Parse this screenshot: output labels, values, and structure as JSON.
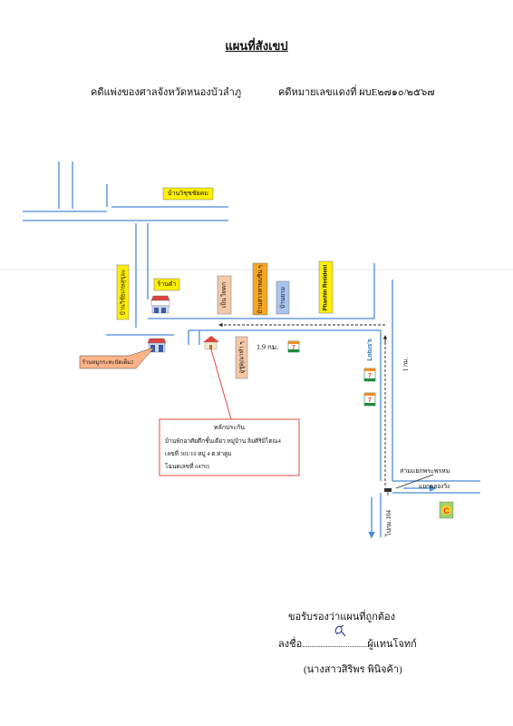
{
  "header": {
    "title": "แผนที่สังเขป",
    "court": "คดีแพ่งของศาลจังหวัดหนองบัวลำภู",
    "case_no": "คดีหมายเลขแดงที่  ผบE๒๗๑๐/๒๕๖๗"
  },
  "map": {
    "labels": {
      "ban_wichit": "บ้านวิชุชชัยคม",
      "shop_tam": "ร้านตำ",
      "ban_wichai": "บ้านวิชัยเกษสุขุมะ",
      "tenth": "เป็น ไทคก",
      "ban_sao": "บ้านสาวหาพบชิน ๆ",
      "ban_yuen": "บ้านยาม",
      "phanhin": "Phanhin Resident",
      "temple": "อูชู่คุณาทำ ๆ",
      "dist_1_9": "1.9 กม.",
      "lotus": "Lotus's",
      "dist_1": "1 กม.",
      "shop_callout": "ร้านหมูกระทะบัดเต็ม2",
      "intersection": "สามแยกพระพรหม",
      "to_bkk": "แยกคลองวิ่ง",
      "highway": "ไปกม.104"
    },
    "property_box": {
      "heading": "หลักประกัน",
      "line1": "บ้านพักอาศัยตึกชั้นเดียว  หมู่บ้าน ลิมศิริมิไตณ4",
      "line2": "เลขที่ 301/10   หมู่ 4  ต.ท่าตูม",
      "line3": "โฉนดเลขที่  64765"
    },
    "colors": {
      "road": "#4b8bd6",
      "yellow": "#ffee00",
      "orange": "#f5a623",
      "blue_label": "#a9c4ef",
      "tan": "#f4c9a8",
      "red": "#e0483e",
      "callout": "#ffb488",
      "seven_eleven_green": "#1f8a3b"
    },
    "icons": [
      "shop-icon",
      "house-icon",
      "seven-eleven-icon",
      "makro-icon",
      "signpost-icon"
    ]
  },
  "signature": {
    "certify": "ขอรับรองว่าแผนที่ถูกต้อง",
    "sign_prefix": "ลงชื่อ",
    "sign_dots": "....................................",
    "sign_suffix": "ผู้แทนโจทก์",
    "name": "(นางสาวสิริพร  พินิจค้า)"
  }
}
